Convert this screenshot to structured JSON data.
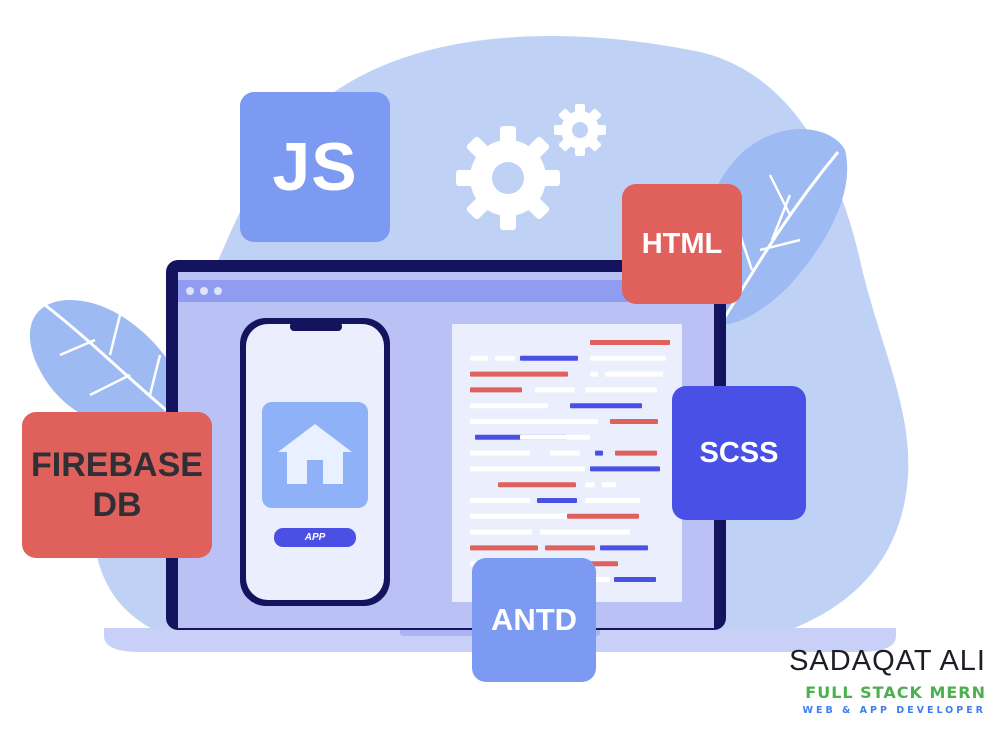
{
  "tiles": {
    "js": "JS",
    "html": "HTML",
    "scss": "SCSS",
    "firebase_line1": "FIREBASE",
    "firebase_line2": "DB",
    "antd": "ANTD"
  },
  "phone": {
    "app_label": "APP"
  },
  "brand": {
    "name": "SADAQAT ALI",
    "title": "FULL STACK MERN",
    "subtitle": "WEB & APP DEVELOPER"
  },
  "colors": {
    "background": "#ffffff",
    "blob": "#bfd2f6",
    "leaf": "#9dbaf3",
    "js_tile": "#7c9af1",
    "html_tile": "#e0605c",
    "scss_tile": "#4950e6",
    "firebase_tile": "#e0605c",
    "antd_tile": "#7c9af1",
    "laptop_frame": "#14135e",
    "laptop_screen": "#b9c1f5",
    "code_red": "#e0605c",
    "code_blue": "#4b50e4",
    "brand_title": "#4caf50",
    "brand_sub": "#3d7ef0"
  },
  "icons": [
    "gear-icon",
    "home-icon",
    "leaf-icon"
  ]
}
